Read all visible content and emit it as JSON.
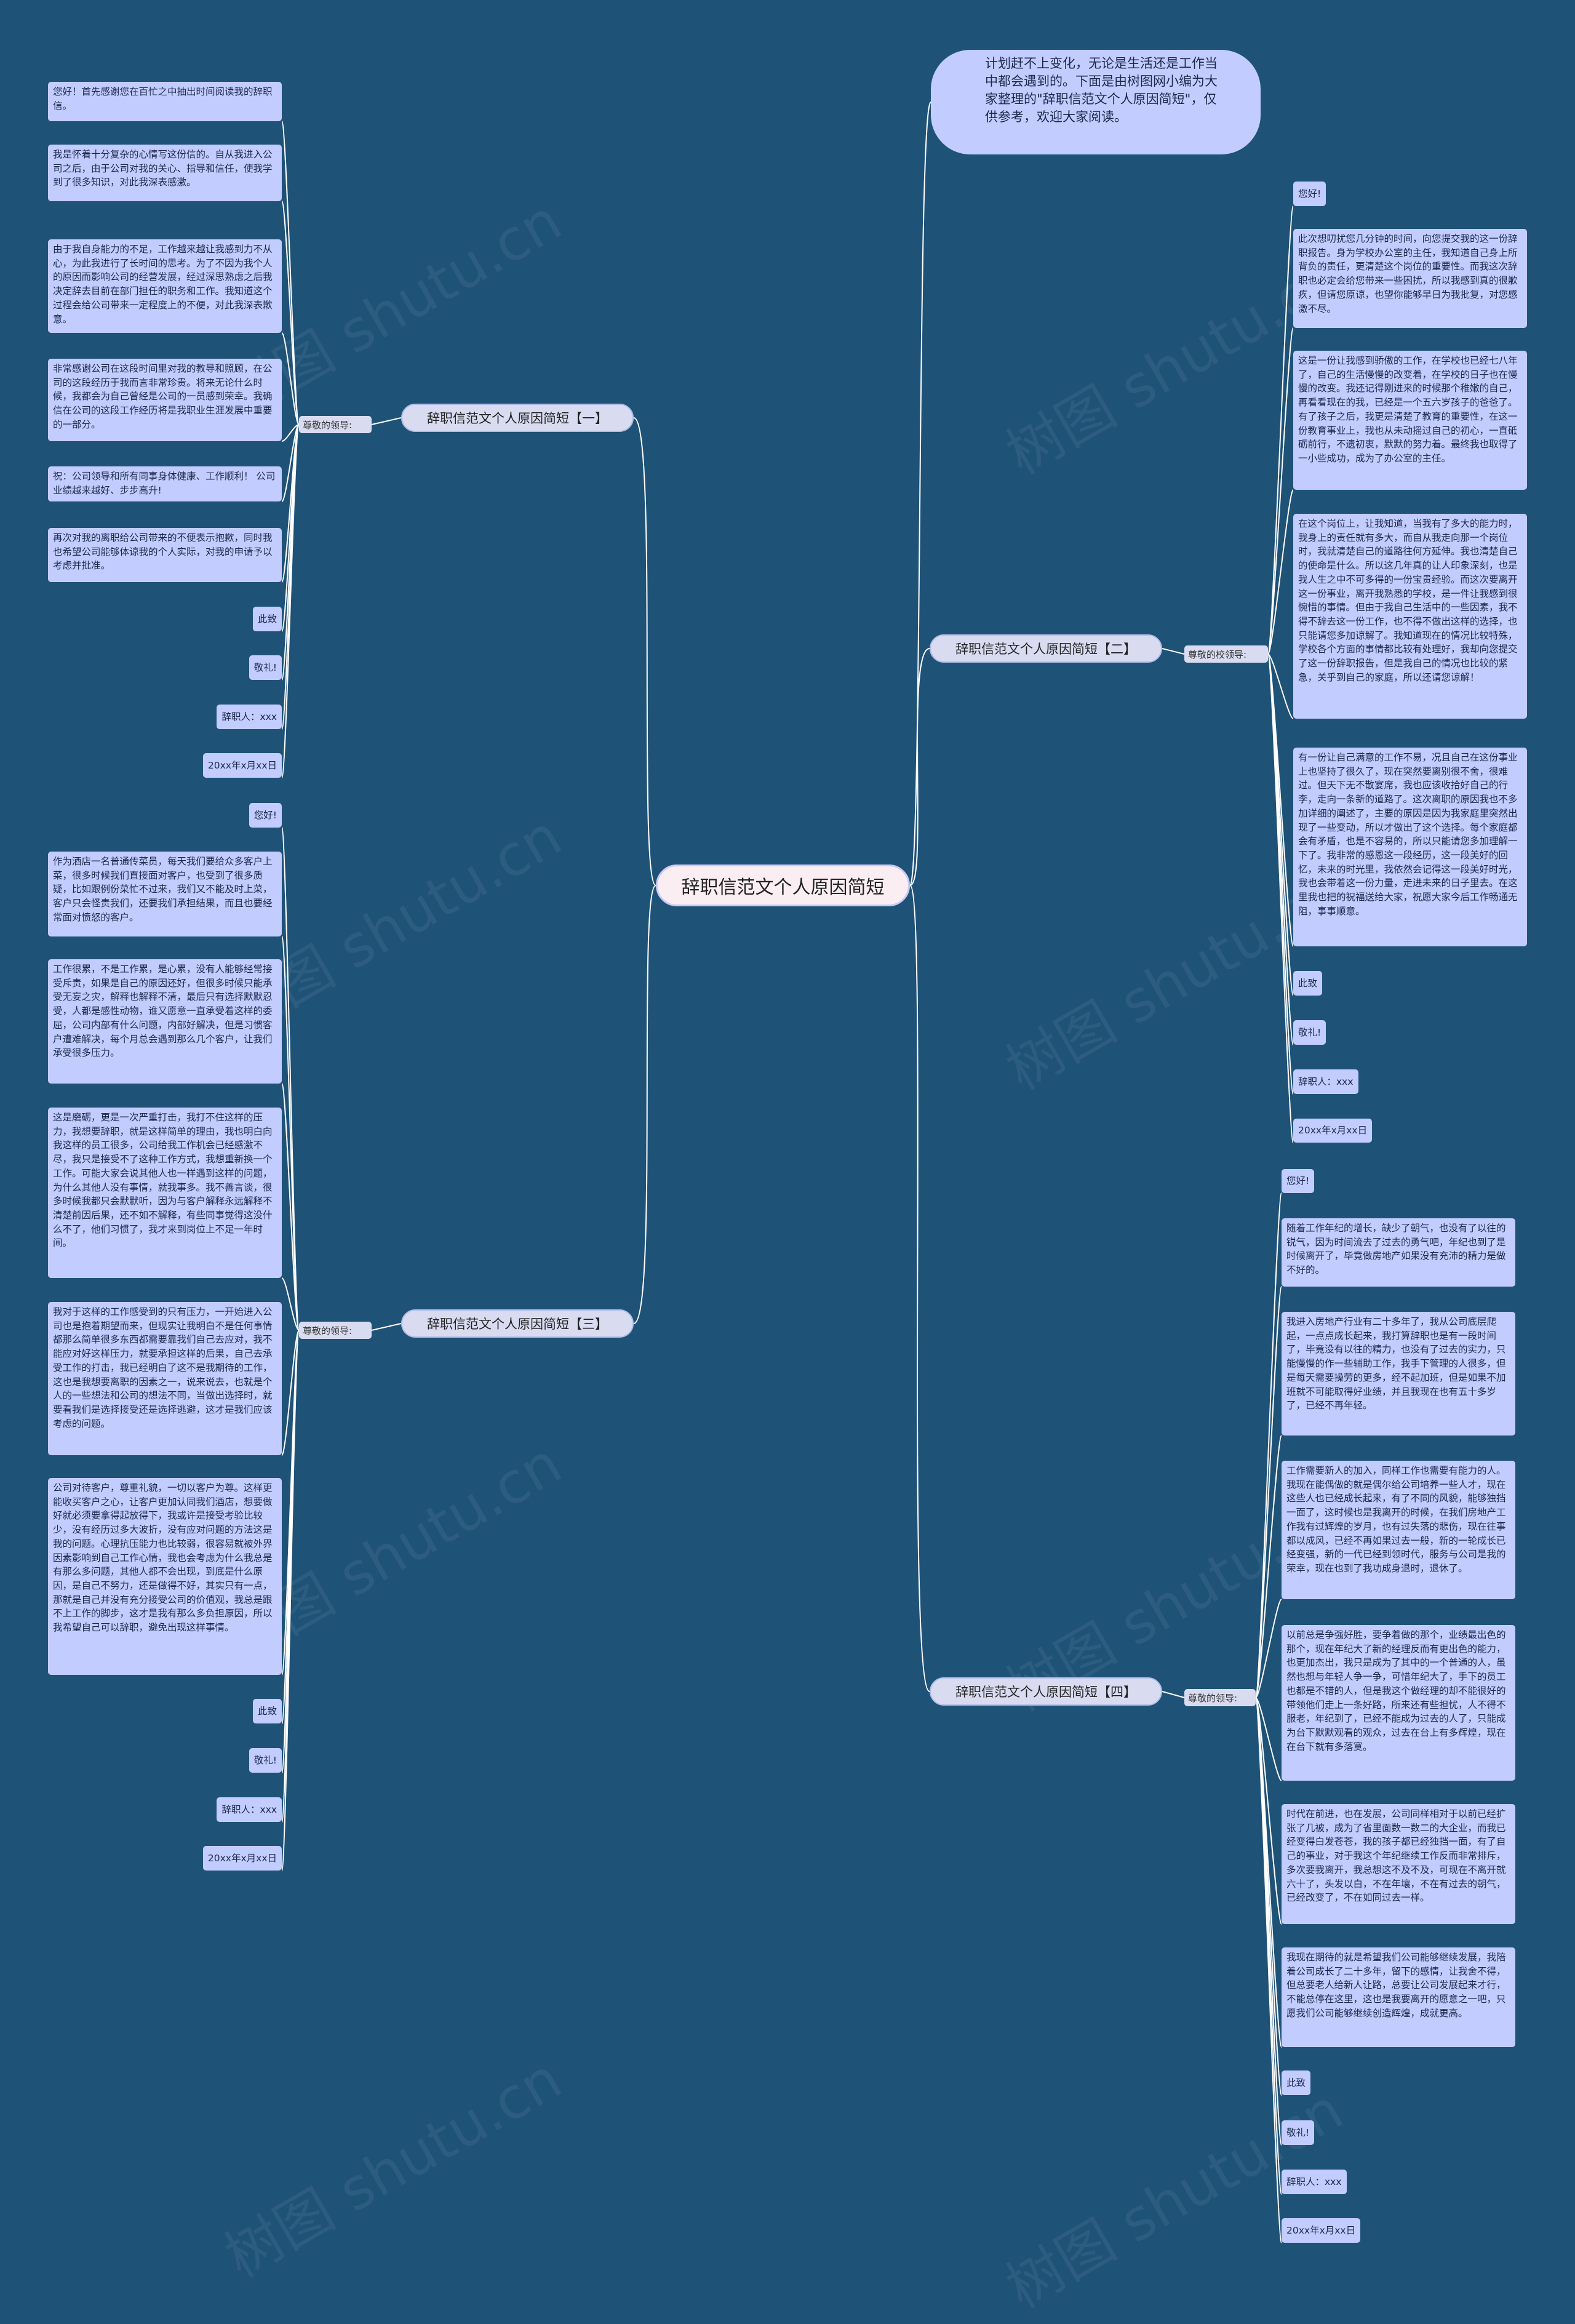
{
  "title": "辞职信范文个人原因简短",
  "intro": "计划赶不上变化，无论是生活还是工作当中都会遇到的。下面是由树图网小编为大家整理的\"辞职信范文个人原因简短\"，仅供参考，欢迎大家阅读。",
  "watermark": "树图 shutu.cn",
  "colors": {
    "background": "#1f5277",
    "leaf": "#c3ccff",
    "center": "#fbeef3",
    "line": "#ffffff"
  },
  "branches": [
    {
      "label": "辞职信范文个人原因简短【一】",
      "sub": "尊敬的领导:",
      "leaves": [
        "您好！首先感谢您在百忙之中抽出时间阅读我的辞职信。",
        "我是怀着十分复杂的心情写这份信的。自从我进入公司之后，由于公司对我的关心、指导和信任，使我学到了很多知识，对此我深表感激。",
        "由于我自身能力的不足，工作越来越让我感到力不从心，为此我进行了长时间的思考。为了不因为我个人的原因而影响公司的经营发展，经过深思熟虑之后我决定辞去目前在部门担任的职务和工作。我知道这个过程会给公司带来一定程度上的不便，对此我深表歉意。",
        "非常感谢公司在这段时间里对我的教导和照顾，在公司的这段经历于我而言非常珍贵。将来无论什么时候，我都会为自己曾经是公司的一员感到荣幸。我确信在公司的这段工作经历将是我职业生涯发展中重要的一部分。",
        "祝：公司领导和所有同事身体健康、工作顺利！ 公司业绩越来越好、步步高升!",
        "再次对我的离职给公司带来的不便表示抱歉，同时我也希望公司能够体谅我的个人实际，对我的申请予以考虑并批准。",
        "此致",
        "敬礼!",
        "辞职人：xxx",
        "20xx年x月xx日"
      ]
    },
    {
      "label": "辞职信范文个人原因简短【二】",
      "sub": "尊敬的校领导:",
      "leaves": [
        "您好!",
        "此次想叨扰您几分钟的时间，向您提交我的这一份辞职报告。身为学校办公室的主任，我知道自己身上所背负的责任，更清楚这个岗位的重要性。而我这次辞职也必定会给您带来一些困扰，所以我感到真的很歉疚，但请您原谅，也望你能够早日为我批复，对您感激不尽。",
        "这是一份让我感到骄傲的工作，在学校也已经七八年了，自己的生活慢慢的改变着，在学校的日子也在慢慢的改变。我还记得刚进来的时候那个稚嫩的自己，再看看现在的我，已经是一个五六岁孩子的爸爸了。有了孩子之后，我更是清楚了教育的重要性，在这一份教育事业上，我也从未动摇过自己的初心，一直砥砺前行，不遗初衷，默默的努力着。最终我也取得了一小些成功，成为了办公室的主任。",
        "在这个岗位上，让我知道，当我有了多大的能力时，我身上的责任就有多大，而自从我走向那一个岗位时，我就清楚自己的道路往何方延伸。我也清楚自己的使命是什么。所以这几年真的让人印象深刻，也是我人生之中不可多得的一份宝贵经验。而这次要离开这一份事业，离开我熟悉的学校，是一件让我感到很惋惜的事情。但由于我自己生活中的一些因素，我不得不辞去这一份工作，也不得不做出这样的选择，也只能请您多加谅解了。我知道现在的情况比较特殊，学校各个方面的事情都比较有处理好，我却向您提交了这一份辞职报告，但是我自己的情况也比较的紧急，关乎到自己的家庭，所以还请您谅解！",
        "有一份让自己满意的工作不易，况且自己在这份事业上也坚持了很久了，现在突然要离别很不舍，很难过。但天下无不散宴席，我也应该收拾好自己的行李，走向一条新的道路了。这次离职的原因我也不多加详细的阐述了，主要的原因是因为我家庭里突然出现了一些变动，所以才做出了这个选择。每个家庭都会有矛盾，也是不容易的，所以只能请您多加理解一下了。我非常的感恩这一段经历，这一段美好的回忆，未来的时光里，我依然会记得这一段美好时光，我也会带着这一份力量，走进未来的日子里去。在这里我也把的祝福送给大家，祝愿大家今后工作畅通无阻，事事顺意。",
        "此致",
        "敬礼!",
        "辞职人：xxx",
        "20xx年x月xx日"
      ]
    },
    {
      "label": "辞职信范文个人原因简短【三】",
      "sub": "尊敬的领导:",
      "leaves": [
        "您好!",
        "作为酒店一名普通传菜员，每天我们要给众多客户上菜，很多时候我们直接面对客户，也受到了很多质疑，比如跟例份菜忙不过来，我们又不能及时上菜，客户只会怪责我们，还要我们承担结果，而且也要经常面对愤怒的客户。",
        "工作很累，不是工作累，是心累，没有人能够经常接受斥责，如果是自己的原因还好，但很多时候只能承受无妄之灾，解释也解释不清，最后只有选择默默忍受，人都是感性动物，谁又愿意一直承受着这样的委屈，公司内部有什么问题，内部好解决，但是习惯客户遭难解决，每个月总会遇到那么几个客户，让我们承受很多压力。",
        "这是磨砺，更是一次严重打击，我打不住这样的压力，我想要辞职，就是这样简单的理由，我也明白向我这样的员工很多，公司给我工作机会已经感激不尽，我只是接受不了这种工作方式，我想重新换一个工作。可能大家会说其他人也一样遇到这样的问题，为什么其他人没有事情，就我事多。我不善言谈，很多时候我都只会默默听，因为与客户解释永远解释不清楚前因后果，还不如不解释，有些同事觉得这没什么不了，他们习惯了，我才来到岗位上不足一年时间。",
        "我对于这样的工作感受到的只有压力，一开始进入公司也是抱着期望而来，但现实让我明白不是任何事情都那么简单很多东西都需要靠我们自己去应对，我不能应对好这样压力，就要承担这样的后果，自己去承受工作的打击，我已经明白了这不是我期待的工作，这也是我想要离职的因素之一，说来说去，也就是个人的一些想法和公司的想法不同，当做出选择时，就要看我们是选择接受还是选择逃避，这才是我们应该考虑的问题。",
        "公司对待客户，尊重礼貌，一切以客户为尊。这样更能收买客户之心，让客户更加认同我们酒店，想要做好就必须要拿得起放得下，我或许是接受考验比较少，没有经历过多大波折，没有应对问题的方法这是我的问题。心理抗压能力也比较弱，很容易就被外界因素影响到自己工作心情，我也会考虑为什么我总是有那么多问题，其他人都不会出现，到底是什么原因，是自己不努力，还是做得不好，其实只有一点，那就是自己并没有充分接受公司的价值观，我总是跟不上工作的脚步，这才是我有那么多负担原因，所以我希望自己可以辞职，避免出现这样事情。",
        "此致",
        "敬礼!",
        "辞职人：xxx",
        "20xx年x月xx日"
      ]
    },
    {
      "label": "辞职信范文个人原因简短【四】",
      "sub": "尊敬的领导:",
      "leaves": [
        "您好!",
        "随着工作年纪的增长，缺少了朝气，也没有了以往的锐气，因为时间流去了过去的勇气吧，年纪也到了是时候离开了，毕竟做房地产如果没有充沛的精力是做不好的。",
        "我进入房地产行业有二十多年了，我从公司底层爬起，一点点成长起来，我打算辞职也是有一段时间了，毕竟没有以往的精力，也没有了过去的实力，只能慢慢的作一些辅助工作，我手下管理的人很多，但是每天需要操劳的更多，经不起加班，但是如果不加班就不可能取得好业绩，并且我现在也有五十多岁了，已经不再年轻。",
        "工作需要新人的加入，同样工作也需要有能力的人。我现在能偶做的就是偶尔给公司培养一些人才，现在这些人也已经成长起来，有了不同的风貌，能够独挡一面了，这时候也是我离开的时候，在我们房地产工作我有过辉煌的岁月，也有过失落的悲伤，现在往事都以成风，已经不再如果过去一般，新的一轮成长已经变强，新的一代已经到领时代，服务与公司是我的荣幸，现在也到了我功成身退时，退休了。",
        "以前总是争强好胜，要争着做的那个，业绩最出色的那个，现在年纪大了新的经理反而有更出色的能力，也更加杰出，我只是成为了其中的一个普通的人，虽然也想与年轻人争一争，可惜年纪大了，手下的员工也都是不错的人，但是我这个做经理的却不能很好的带领他们走上一条好路，所来还有些担忧，人不得不服老，年纪到了，已经不能成为过去的人了，只能成为台下默默观看的观众，过去在台上有多辉煌，现在在台下就有多落寞。",
        "时代在前进，也在发展，公司同样相对于以前已经扩张了几被，成为了省里面数一数二的大企业，而我已经变得白发苍苍，我的孩子都已经独挡一面，有了自己的事业，对于我这个年纪继续工作反而非常排斥，多次要我离开，我总想这不及不及，可现在不离开就六十了，头发以白，不在年壤，不在有过去的朝气，已经改变了，不在如同过去一样。",
        "我现在期待的就是希望我们公司能够继续发展，我陪着公司成长了二十多年，留下的感情，让我舍不得，但总要老人给新人让路，总要让公司发展起来才行，不能总停在这里，这也是我要离开的愿意之一吧，只愿我们公司能够继续创造辉煌，成就更高。",
        "此致",
        "敬礼!",
        "辞职人：xxx",
        "20xx年x月xx日"
      ]
    }
  ]
}
